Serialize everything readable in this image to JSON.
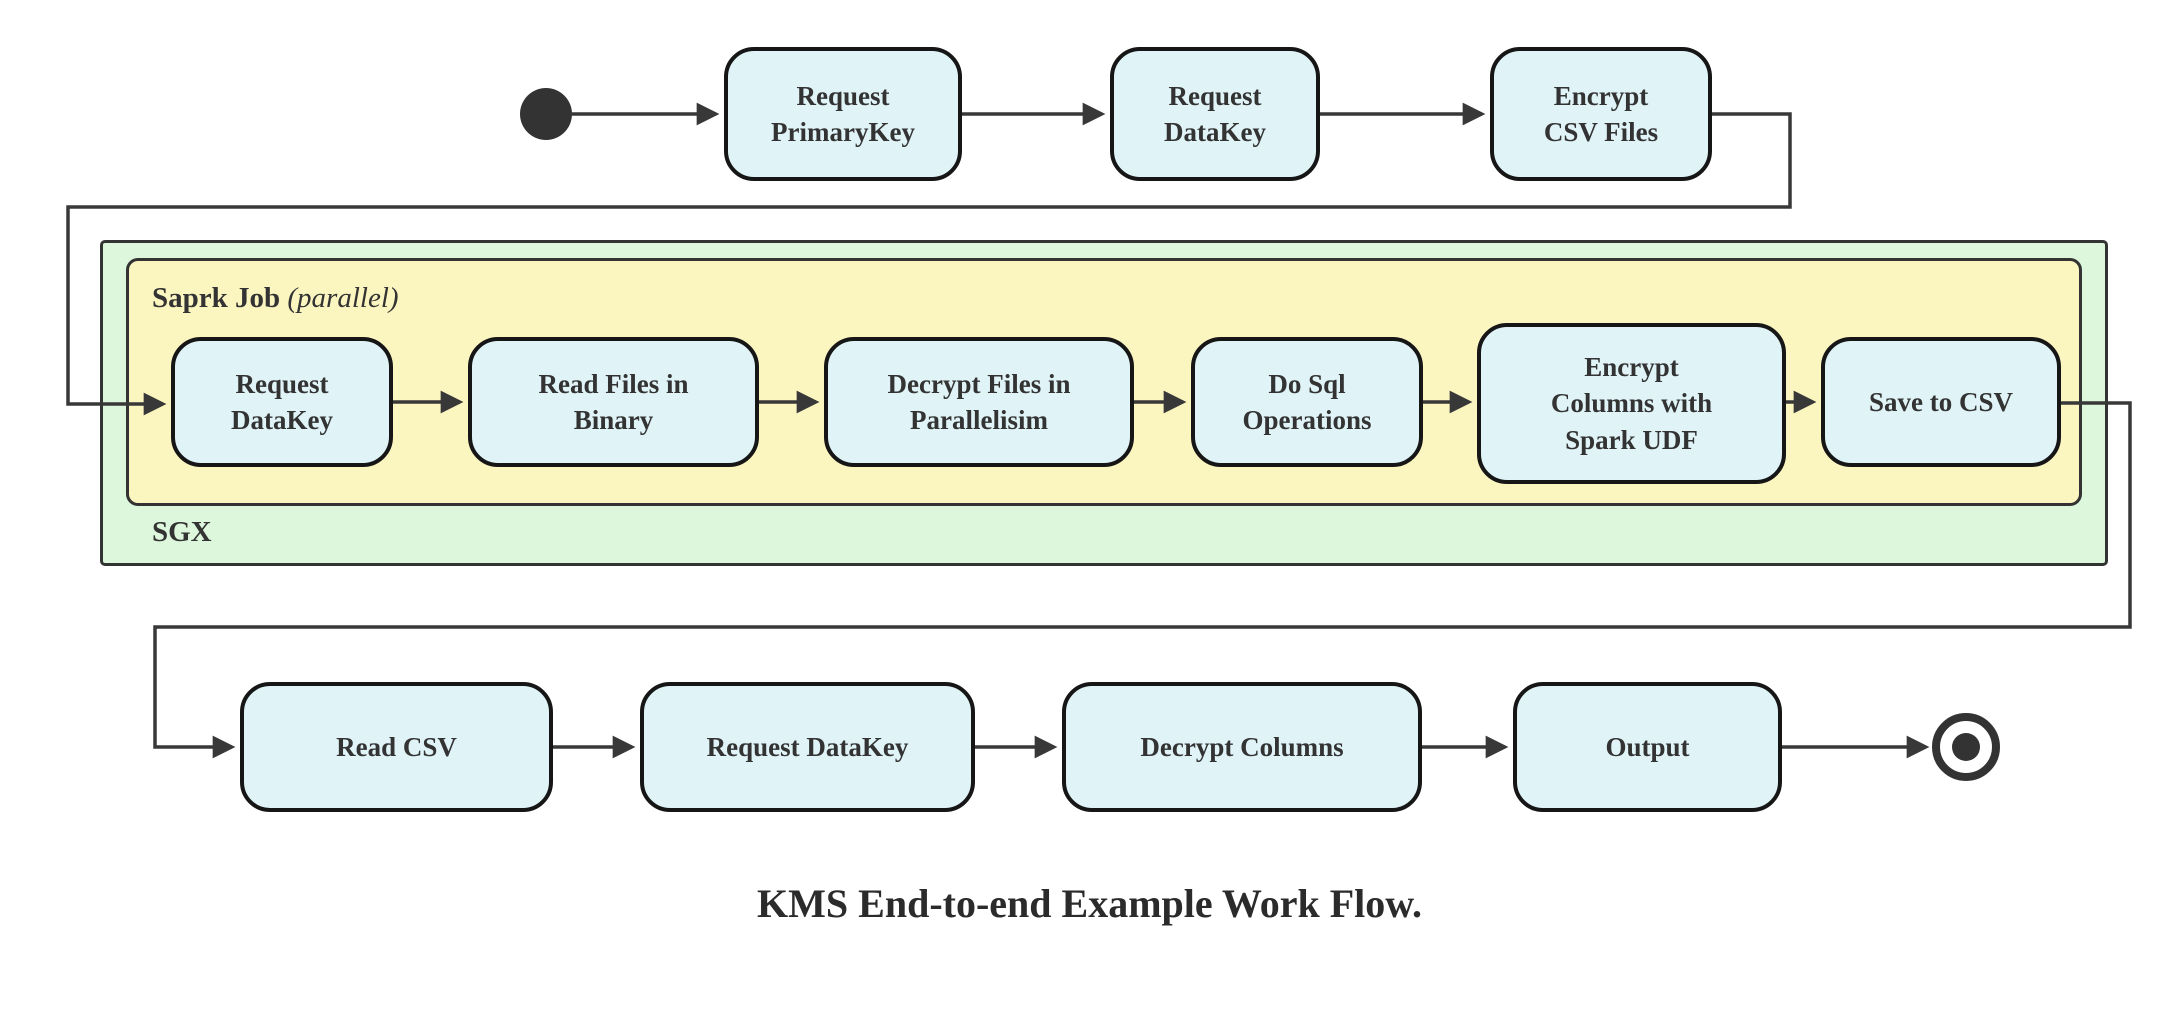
{
  "diagram": {
    "caption": "KMS End-to-end Example Work Flow.",
    "containers": {
      "outer_label": "SGX",
      "inner_label_bold": "Saprk Job",
      "inner_label_italic": "(parallel)"
    },
    "nodes": {
      "start": {
        "type": "start-state"
      },
      "t1": {
        "lines": [
          "Request",
          "PrimaryKey"
        ]
      },
      "t2": {
        "lines": [
          "Request",
          "DataKey"
        ]
      },
      "t3": {
        "lines": [
          "Encrypt",
          "CSV Files"
        ]
      },
      "m1": {
        "lines": [
          "Request",
          "DataKey"
        ]
      },
      "m2": {
        "lines": [
          "Read Files in",
          "Binary"
        ]
      },
      "m3": {
        "lines": [
          "Decrypt Files in",
          "Parallelisim"
        ]
      },
      "m4": {
        "lines": [
          "Do Sql",
          "Operations"
        ]
      },
      "m5": {
        "lines": [
          "Encrypt",
          "Columns with",
          "Spark UDF"
        ]
      },
      "m6": {
        "lines": [
          "Save to CSV"
        ]
      },
      "b1": {
        "lines": [
          "Read CSV"
        ]
      },
      "b2": {
        "lines": [
          "Request DataKey"
        ]
      },
      "b3": {
        "lines": [
          "Decrypt Columns"
        ]
      },
      "b4": {
        "lines": [
          "Output"
        ]
      },
      "end": {
        "type": "end-state"
      }
    },
    "colors": {
      "node_fill": "#e0f4f8",
      "node_border": "#161616",
      "inner_container_fill": "#fbf5c0",
      "outer_container_fill": "#ddf7dc",
      "container_border": "#333333",
      "edge": "#383838",
      "text": "#333333",
      "background": "#ffffff"
    }
  }
}
